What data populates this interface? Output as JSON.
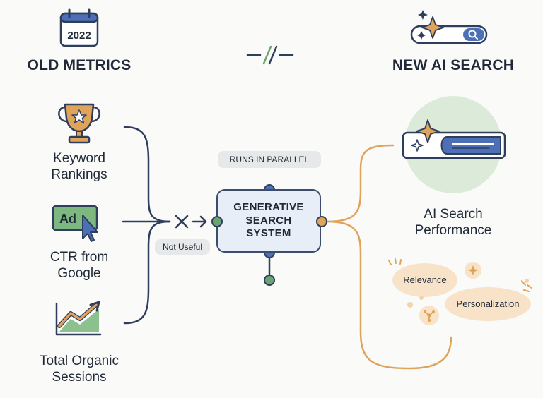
{
  "old_side": {
    "heading": "OLD METRICS",
    "calendar_year": "2022",
    "metrics": [
      {
        "line1": "Keyword",
        "line2": "Rankings",
        "icon": "trophy-icon"
      },
      {
        "line1": "CTR from",
        "line2": "Google",
        "icon": "ad-cursor-icon",
        "badge": "Ad"
      },
      {
        "line1": "Total Organic",
        "line2": "Sessions",
        "icon": "growth-chart-icon"
      }
    ]
  },
  "new_side": {
    "heading": "NEW AI SEARCH",
    "result_line1": "AI Search",
    "result_line2": "Performance",
    "bubbles": [
      "Relevance",
      "Personalization"
    ]
  },
  "center": {
    "parallel_label": "RUNS IN PARALLEL",
    "not_useful_label": "Not Useful",
    "system_line1": "GENERATIVE",
    "system_line2": "SEARCH",
    "system_line3": "SYSTEM"
  },
  "colors": {
    "navy": "#2f3e5c",
    "orange": "#e0a35a",
    "green": "#6aa56f",
    "blue": "#4d6fb8",
    "pale_green": "#dcebd9",
    "pale_orange": "#f8e3c9"
  }
}
